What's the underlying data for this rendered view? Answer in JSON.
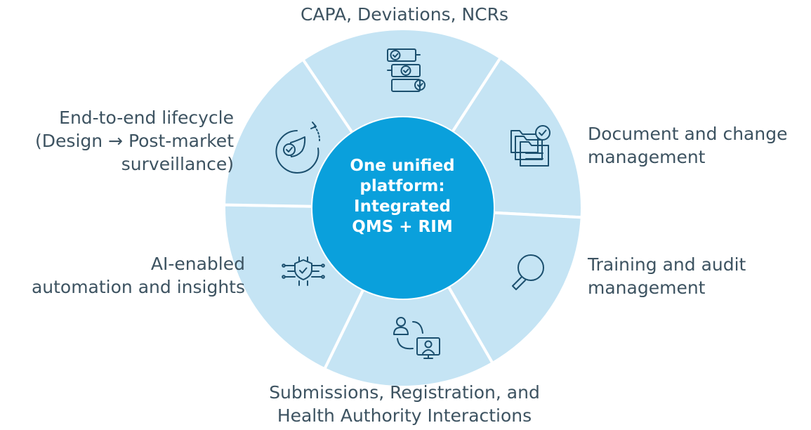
{
  "hub": {
    "lines": [
      "One unified",
      "platform:",
      "Integrated",
      "QMS + RIM"
    ]
  },
  "segments": [
    {
      "id": "capa",
      "icon": "checklist-flow-icon",
      "lines": [
        "CAPA, Deviations, NCRs"
      ]
    },
    {
      "id": "document-change",
      "icon": "document-folder-check-icon",
      "lines": [
        "Document and change",
        "management"
      ]
    },
    {
      "id": "training-audit",
      "icon": "magnifier-icon",
      "lines": [
        "Training and audit",
        "management"
      ]
    },
    {
      "id": "submissions",
      "icon": "user-monitor-exchange-icon",
      "lines": [
        "Submissions, Registration, and",
        "Health Authority Interactions"
      ]
    },
    {
      "id": "ai",
      "icon": "shield-circuit-icon",
      "lines": [
        "AI-enabled",
        "automation and insights"
      ]
    },
    {
      "id": "lifecycle",
      "icon": "shield-cycle-icon",
      "lines": [
        "End-to-end lifecycle",
        "(Design → Post-market",
        "surveillance)"
      ]
    }
  ],
  "colors": {
    "segment": "#c5e4f4",
    "hub": "#0aa0dc",
    "icon": "#1b4f6e",
    "label": "#3d5361",
    "divider": "#ffffff"
  }
}
